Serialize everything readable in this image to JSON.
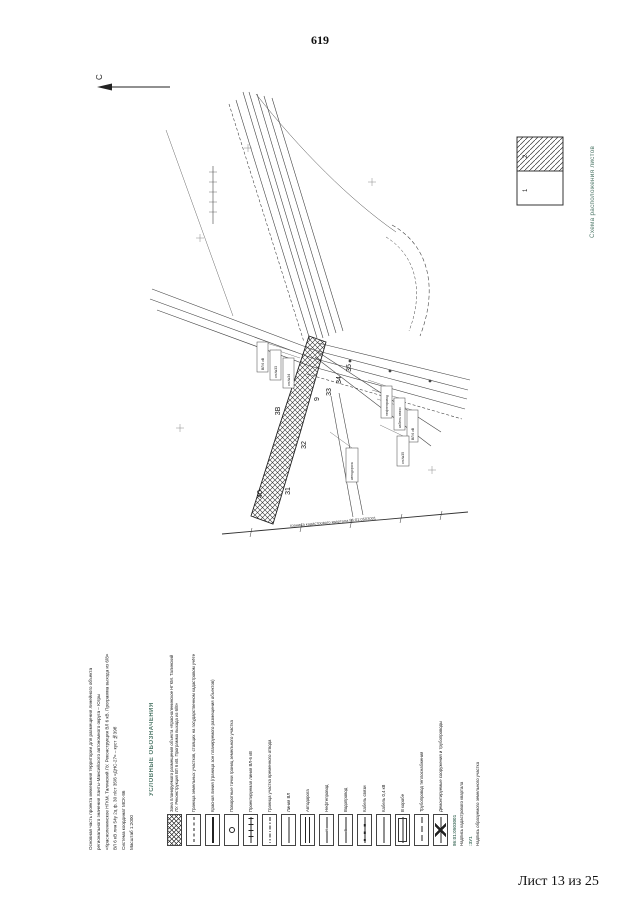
{
  "page": {
    "number": "619",
    "sheet_label": "Лист 13 из 25"
  },
  "compass": {
    "north_label": "С"
  },
  "sheet_scheme": {
    "caption": "Схема расположения листов",
    "sheets": [
      "1",
      "2"
    ]
  },
  "description": {
    "text": "Основная часть проекта межевания территории для размещения линейного объекта\nрегионального значения Ханты-Мансийского автономного округа – Югры\n«Красноленинское НГКМ. Талинский ЛУ. Реконструкция ВЛ 6 кВ. Программа выхода из 6/8»\nВЛ 6 кВ лин 54у 2ц ф. 30 п/ст 35/6 «ДНС-27» – куст №39б\nСистема координат МСК-86\nМасштаб 1:2000"
  },
  "plan": {
    "parcel_labels": [
      "40",
      "31",
      "3В",
      "32",
      "9",
      "33",
      "34",
      "35"
    ],
    "tag_labels": [
      "ВЛ 6 кВ",
      "оп.№33",
      "оп.№34",
      "нефтепровод",
      "кабель связи",
      "ВЛ 6 кВ",
      "автодорога",
      "оп.№35"
    ],
    "boundary_label": "граница кадастрового квартала 86:01:0503001"
  },
  "legend": {
    "title": "УСЛОВНЫЕ ОБОЗНАЧЕНИЯ",
    "accent_color": "#50796a",
    "items": [
      {
        "symbol": "crosshatch",
        "label": "Зона планируемого размещения объекта «Красноленинское НГКМ. Талинский ЛУ. Реконструкция ВЛ 6 кВ. Программа выхода из 6/8»"
      },
      {
        "symbol": "dashed",
        "label": "Граница земельных участков, стоящих на государственном кадастровом учёте"
      },
      {
        "symbol": "solid-bold",
        "label": "Красная линия (граница зон планируемого размещения объектов)"
      },
      {
        "symbol": "dot",
        "label": "Поворотные точки границ земельного участка"
      },
      {
        "symbol": "line-ticks",
        "label": "Проектируемая линия ВЛ-6 кВ"
      },
      {
        "symbol": "dash-dot",
        "label": "Граница участка временного отвода"
      },
      {
        "symbol": "line",
        "label": "Линия ВЛ"
      },
      {
        "symbol": "double-line",
        "label": "Автодорога"
      },
      {
        "symbol": "line-letter",
        "symbol_letter": "н",
        "label": "Нефтепровод"
      },
      {
        "symbol": "line-letter",
        "symbol_letter": "в",
        "label": "Водопровод"
      },
      {
        "symbol": "line-dots",
        "label": "Кабель связи"
      },
      {
        "symbol": "line",
        "label": "Кабель 0,4 кВ"
      },
      {
        "symbol": "boxed-line",
        "label": "В коробе"
      },
      {
        "symbol": "long-dash",
        "label": "Трубопровод теплоснабжения"
      },
      {
        "symbol": "crossed-line",
        "label": "Демонтируемые сооружения и трубопроводы"
      },
      {
        "symbol": "sample",
        "sample": "86:01:0503001",
        "label": "Надпись кадастрового квартала"
      },
      {
        "symbol": "sample",
        "sample": ":ЗУ1",
        "label": "Надпись образуемого земельного участка"
      }
    ]
  }
}
